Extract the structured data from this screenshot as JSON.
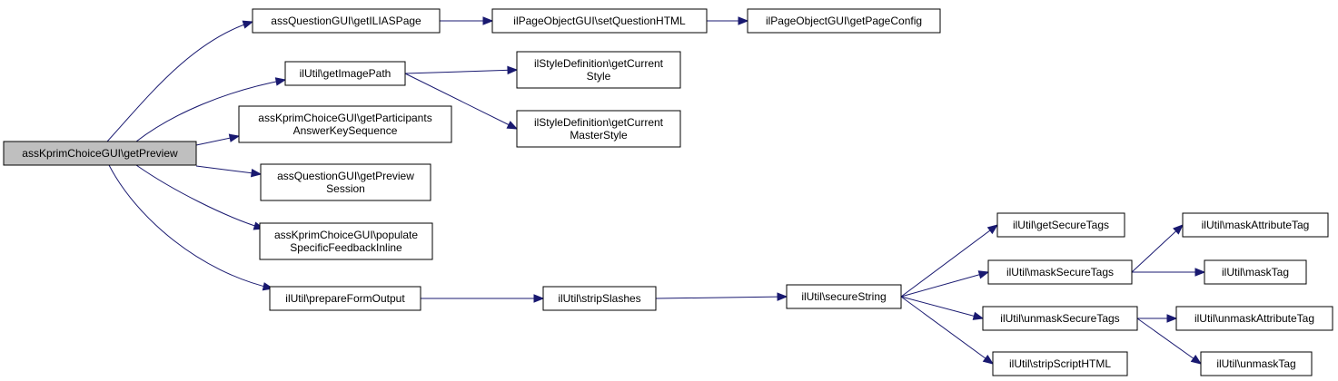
{
  "colors": {
    "edge": "#191970",
    "root_fill": "#bfbfbf",
    "node_fill": "#ffffff",
    "border": "#000000"
  },
  "nodes": {
    "root": [
      "assKprimChoiceGUI\\getPreview"
    ],
    "getILIASPage": [
      "assQuestionGUI\\getILIASPage"
    ],
    "setQuestionHTML": [
      "ilPageObjectGUI\\setQuestionHTML"
    ],
    "getPageConfig": [
      "ilPageObjectGUI\\getPageConfig"
    ],
    "getImagePath": [
      "ilUtil\\getImagePath"
    ],
    "getCurrentStyle": [
      "ilStyleDefinition\\getCurrent",
      "Style"
    ],
    "getCurrentMasterStyle": [
      "ilStyleDefinition\\getCurrent",
      "MasterStyle"
    ],
    "getParticipants": [
      "assKprimChoiceGUI\\getParticipants",
      "AnswerKeySequence"
    ],
    "getPreviewSession": [
      "assQuestionGUI\\getPreview",
      "Session"
    ],
    "populateFeedback": [
      "assKprimChoiceGUI\\populate",
      "SpecificFeedbackInline"
    ],
    "prepareFormOutput": [
      "ilUtil\\prepareFormOutput"
    ],
    "stripSlashes": [
      "ilUtil\\stripSlashes"
    ],
    "secureString": [
      "ilUtil\\secureString"
    ],
    "getSecureTags": [
      "ilUtil\\getSecureTags"
    ],
    "maskSecureTags": [
      "ilUtil\\maskSecureTags"
    ],
    "unmaskSecureTags": [
      "ilUtil\\unmaskSecureTags"
    ],
    "stripScriptHTML": [
      "ilUtil\\stripScriptHTML"
    ],
    "maskAttributeTag": [
      "ilUtil\\maskAttributeTag"
    ],
    "maskTag": [
      "ilUtil\\maskTag"
    ],
    "unmaskAttributeTag": [
      "ilUtil\\unmaskAttributeTag"
    ],
    "unmaskTag": [
      "ilUtil\\unmaskTag"
    ]
  }
}
